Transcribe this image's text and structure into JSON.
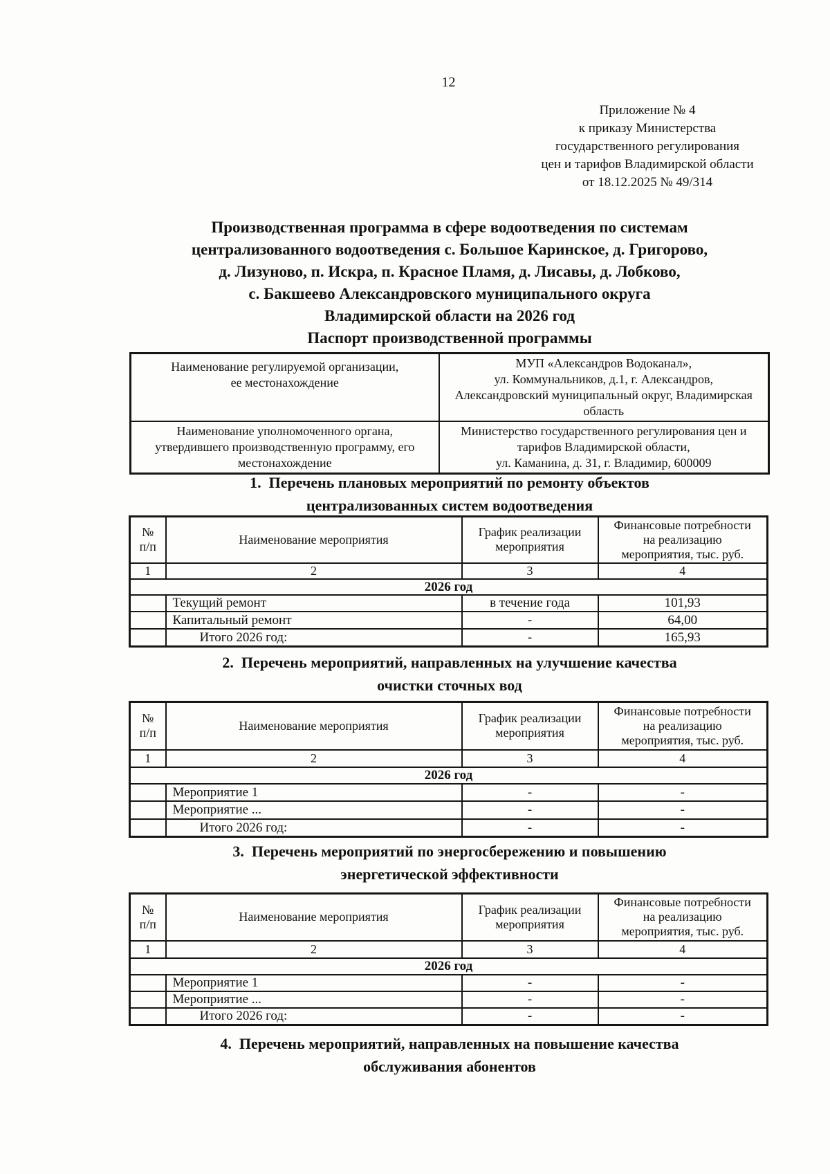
{
  "page": {
    "number": "12"
  },
  "appendix": {
    "text": "Приложение № 4\nк приказу Министерства\nгосударственного регулирования\nцен и тарифов Владимирской области\nот 18.12.2025 № 49/314"
  },
  "title": "Производственная программа в сфере водоотведения по системам\nцентрализованного водоотведения с. Большое Каринское, д. Григорово,\nд. Лизуново, п. Искра, п. Красное Пламя, д. Лисавы, д. Лобково,\nс. Бакшеево Александровского муниципального округа\nВладимирской области на 2026 год",
  "subtitle": "Паспорт производственной программы",
  "passport": {
    "rows": [
      {
        "label": "Наименование регулируемой организации,\nее местонахождение",
        "value": "МУП «Александров Водоканал»,\nул. Коммунальников, д.1, г. Александров,\nАлександровский муниципальный округ, Владимирская\nобласть"
      },
      {
        "label": "Наименование уполномоченного органа,\nутвердившего производственную программу, его\nместонахождение",
        "value": "Министерство государственного регулирования цен и\nтарифов Владимирской области,\nул. Каманина, д. 31, г. Владимир, 600009"
      }
    ]
  },
  "sections": [
    {
      "heading": "1.  Перечень плановых мероприятий по ремонту объектов\nцентрализованных систем водоотведения",
      "table": {
        "headers": [
          "№\nп/п",
          "Наименование мероприятия",
          "График реализации\nмероприятия",
          "Финансовые потребности\nна реализацию\nмероприятия, тыс. руб."
        ],
        "number_row": [
          "1",
          "2",
          "3",
          "4"
        ],
        "year_row": "2026 год",
        "rows": [
          {
            "num": "",
            "name": "Текущий ремонт",
            "schedule": "в течение года",
            "finance": "101,93"
          },
          {
            "num": "",
            "name": "Капитальный ремонт",
            "schedule": "-",
            "finance": "64,00"
          },
          {
            "num": "",
            "name": "Итого 2026 год:",
            "schedule": "-",
            "finance": "165,93"
          }
        ]
      }
    },
    {
      "heading": "2.  Перечень мероприятий, направленных на улучшение качества\nочистки сточных вод",
      "table": {
        "headers": [
          "№\nп/п",
          "Наименование мероприятия",
          "График реализации\nмероприятия",
          "Финансовые потребности\nна реализацию\nмероприятия, тыс. руб."
        ],
        "number_row": [
          "1",
          "2",
          "3",
          "4"
        ],
        "year_row": "2026 год",
        "rows": [
          {
            "num": "",
            "name": "Мероприятие 1",
            "schedule": "-",
            "finance": "-"
          },
          {
            "num": "",
            "name": "Мероприятие ...",
            "schedule": "-",
            "finance": "-"
          },
          {
            "num": "",
            "name": "Итого 2026 год:",
            "schedule": "-",
            "finance": "-"
          }
        ]
      }
    },
    {
      "heading": "3.  Перечень мероприятий по энергосбережению и повышению\nэнергетической эффективности",
      "table": {
        "headers": [
          "№\nп/п",
          "Наименование мероприятия",
          "График реализации\nмероприятия",
          "Финансовые потребности\nна реализацию\nмероприятия, тыс. руб."
        ],
        "number_row": [
          "1",
          "2",
          "3",
          "4"
        ],
        "year_row": "2026 год",
        "rows": [
          {
            "num": "",
            "name": "Мероприятие 1",
            "schedule": "-",
            "finance": "-"
          },
          {
            "num": "",
            "name": "Мероприятие ...",
            "schedule": "-",
            "finance": "-"
          },
          {
            "num": "",
            "name": "Итого 2026 год:",
            "schedule": "-",
            "finance": "-"
          }
        ]
      }
    },
    {
      "heading": "4.  Перечень мероприятий, направленных на повышение качества\nобслуживания абонентов"
    }
  ]
}
